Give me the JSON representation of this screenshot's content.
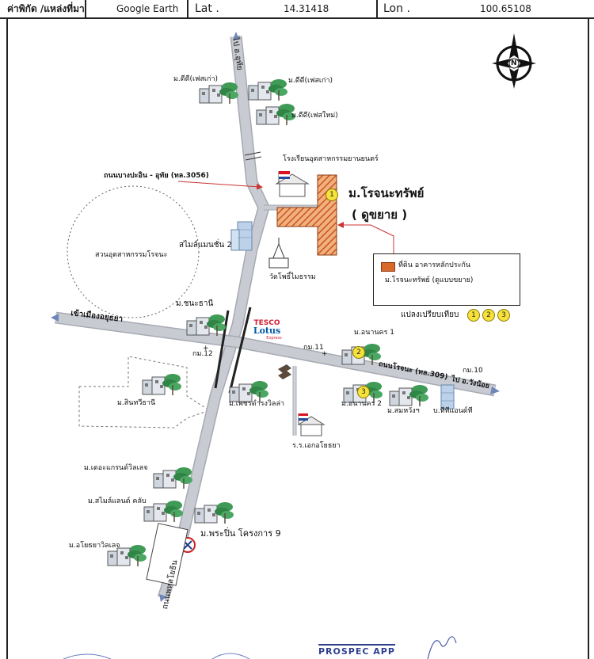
{
  "header": {
    "coord_label": "ค่าพิกัด /แหล่งที่มา",
    "source": "Google Earth",
    "lat_label": "Lat .",
    "lat_value": "14.31418",
    "lon_label": "Lon .",
    "lon_value": "100.65108"
  },
  "compass": {
    "letter": "N"
  },
  "roads": {
    "north_to": "ไป อ.อุทัย",
    "bangpa_in_road": "ถนนบางปะอิน - อุทัย  (ทล.3056)",
    "west_to": "เข้าเมืองอยุธยา",
    "rojana_road": "ถนนโรจนะ  (ทล.309)",
    "east_to": "ไป อ.วังน้อย",
    "south_road": "ถนนพหลโยธิน",
    "km11": "กม.11",
    "km10": "กม.10",
    "km12": "กม.12"
  },
  "places": {
    "m_dd_old1": "ม.ดีดี(เฟสเก่า)",
    "m_dd_old2": "ม.ดีดี(เฟสเก่า)",
    "m_dd_new": "ม.ดีดี(เฟสใหม่)",
    "auto_school": "โรงเรียนอุตสาหกรรมยานยนตร์",
    "subject_name": "ม.โรจนะทรัพย์",
    "subject_note": "( ดูขยาย )",
    "smile_mansion": "สไมล์แมนชั่น 2",
    "industrial_park": "สวนอุตสาหกรรมโรจนะ",
    "wat": "วัดโพธิ์ไมธรรม",
    "m_chanatani": "ม.ชนะธานี",
    "tesco1": "TESCO",
    "tesco2": "Lotus",
    "tesco3": "Express",
    "m_anan1": "ม.อนานคร 1",
    "m_anan2": "ม.อนานคร 2",
    "m_sinthawi": "ม.สินทวีธานี",
    "m_phet": "ม.เพชรดำรงวิลล่า",
    "m_somwang": "ม.สมหวังฯ",
    "b_tt": "บ.ทีทีแอนด์ที",
    "school_ek": "ร.ร.เอกอโยธยา",
    "m_grand": "ม.เดอะแกรนด์วิลเลจ",
    "m_smile_land": "ม.สไมล์แลนด์ คลับ",
    "m_ayothaya": "ม.อโยธยาวิลเลจ",
    "m_phrapin": "ม.พระปิ่น โครงการ 9"
  },
  "legend": {
    "line1": "ที่ดิน  อาคารหลักประกัน",
    "line2": "ม.โรจนะทรัพย์ (ดูแบบขยาย)"
  },
  "compare": {
    "label": "แปลงเปรียบเทียบ",
    "n1": "1",
    "n2": "2",
    "n3": "3"
  },
  "markers": {
    "m1": "1",
    "m2": "2",
    "m3": "3"
  },
  "stamp": {
    "text": "PROSPEC APP"
  },
  "colors": {
    "road": "#c9cbd2",
    "road_edge": "#a7aab3",
    "hatch": "#d9692b",
    "tree": "#3f9a55",
    "marker": "#f6e23b"
  }
}
